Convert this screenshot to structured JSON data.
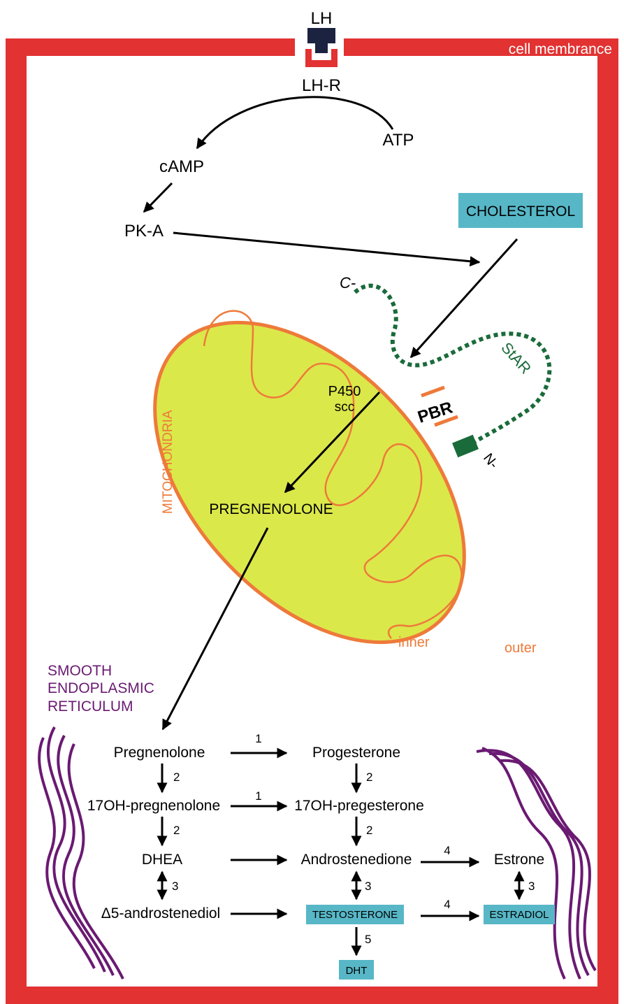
{
  "colors": {
    "membrane": "#e23232",
    "mito_fill": "#dbe84a",
    "mito_line": "#ee7a3a",
    "star_green": "#1a6b3a",
    "er_purple": "#6a1a72",
    "box_fill": "#57b7c7",
    "receptor_dark": "#1b2340"
  },
  "membrane": {
    "label": "cell membrance"
  },
  "hormone": {
    "lh": "LH",
    "receptor": "LH-R"
  },
  "signaling": {
    "atp": "ATP",
    "camp": "cAMP",
    "pka": "PK-A"
  },
  "cholesterol": "CHOLESTEROL",
  "mitochondria": {
    "label": "MITOCHONDRIA",
    "inner": "inner",
    "outer": "outer",
    "pbr": "PBR",
    "star": "StAR",
    "c_term": "C-",
    "n_term": "N-",
    "enzyme_line1": "P450",
    "enzyme_line2": "scc",
    "product": "PREGNENOLONE"
  },
  "er": {
    "line1": "SMOOTH",
    "line2": "ENDOPLASMIC",
    "line3": "RETICULUM"
  },
  "pathway": {
    "pregnenolone": "Pregnenolone",
    "progesterone": "Progesterone",
    "oh_pregnenolone": "17OH-pregnenolone",
    "oh_progesterone": "17OH-pregesterone",
    "dhea": "DHEA",
    "androstenedione": "Androstenedione",
    "estrone": "Estrone",
    "androstenediol": "Δ5-androstenediol",
    "testosterone": "TESTOSTERONE",
    "estradiol": "ESTRADIOL",
    "dht": "DHT"
  },
  "enzyme_numbers": {
    "preg_to_prog": "1",
    "preg_to_ohpreg": "2",
    "prog_to_ohprog": "2",
    "ohpreg_to_ohprog": "1",
    "ohpreg_to_dhea": "2",
    "ohprog_to_andro": "2",
    "andro_to_estrone": "4",
    "dhea_to_diol": "3",
    "andro_to_testo": "3",
    "estrone_to_estradiol": "3",
    "testo_to_estradiol": "4",
    "testo_to_dht": "5"
  }
}
